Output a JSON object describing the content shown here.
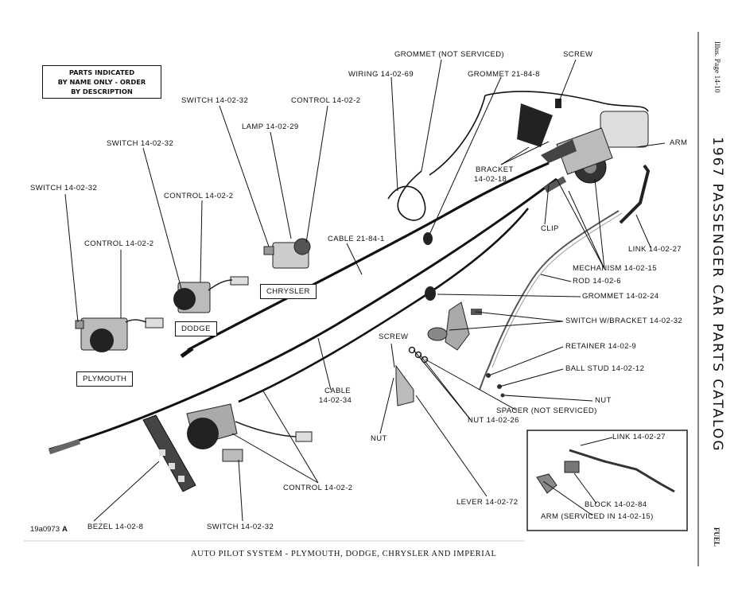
{
  "note": {
    "lines": [
      "PARTS INDICATED",
      "BY NAME ONLY - ORDER",
      "BY DESCRIPTION"
    ]
  },
  "labels": {
    "grommet_not_serviced": "GROMMET (NOT SERVICED)",
    "screw_top": "SCREW",
    "wiring": "WIRING 14-02-69",
    "grommet_21_84_8": "GROMMET 21-84-8",
    "switch_chrysler": "SWITCH 14-02-32",
    "control_chrysler": "CONTROL 14-02-2",
    "lamp": "LAMP 14-02-29",
    "arm": "ARM",
    "switch_dodge": "SWITCH 14-02-32",
    "bracket": "BRACKET",
    "bracket_no": "14-02-18",
    "switch_plymouth": "SWITCH 14-02-32",
    "control_dodge": "CONTROL 14-02-2",
    "cable_21_84_1": "CABLE 21-84-1",
    "clip": "CLIP",
    "link_top": "LINK 14-02-27",
    "control_plymouth": "CONTROL 14-02-2",
    "mechanism": "MECHANISM 14-02-15",
    "rod": "ROD 14-02-6",
    "grommet_14_02_24": "GROMMET 14-02-24",
    "switch_bracket": "SWITCH W/BRACKET 14-02-32",
    "screw_mid": "SCREW",
    "retainer": "RETAINER 14-02-9",
    "ball_stud": "BALL STUD 14-02-12",
    "cable_14_02_34": "CABLE",
    "cable_14_02_34_no": "14-02-34",
    "nut_right": "NUT",
    "spacer": "SPACER (NOT SERVICED)",
    "nut_14_02_26": "NUT 14-02-26",
    "nut_mid": "NUT",
    "link_inset": "LINK 14-02-27",
    "control_bottom": "CONTROL 14-02-2",
    "lever": "LEVER 14-02-72",
    "block": "BLOCK 14-02-84",
    "arm_serviced": "ARM (SERVICED IN 14-02-15)",
    "bezel": "BEZEL 14-02-8",
    "switch_bottom": "SWITCH 14-02-32"
  },
  "boxed": {
    "chrysler": "CHRYSLER",
    "dodge": "DODGE",
    "plymouth": "PLYMOUTH"
  },
  "illus_no": "19a0973",
  "illus_suffix": "A",
  "caption": "AUTO PILOT SYSTEM - PLYMOUTH, DODGE, CHRYSLER AND IMPERIAL",
  "side": {
    "illus_page": "Illus. Page 14-10",
    "catalog_title": "1967 PASSENGER CAR PARTS CATALOG",
    "section": "FUEL"
  }
}
